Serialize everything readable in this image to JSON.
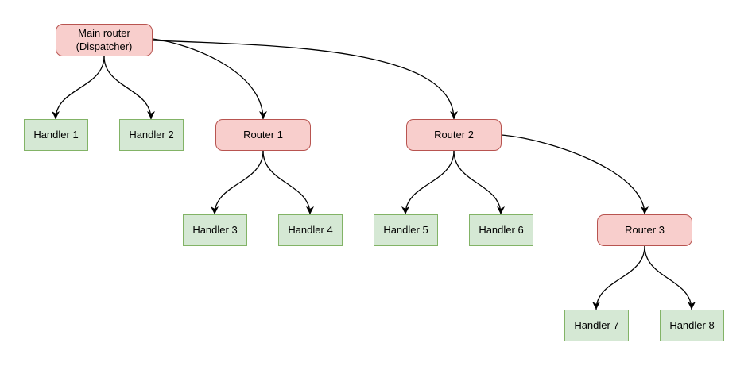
{
  "colors": {
    "background": "#ffffff",
    "router_fill": "#f8cecc",
    "router_border": "#b85450",
    "handler_fill": "#d5e8d4",
    "handler_border": "#82b366",
    "edge_color": "#000000"
  },
  "nodes": {
    "main_router": {
      "label": "Main router\n(Dispatcher)",
      "kind": "router"
    },
    "handler_1": {
      "label": "Handler 1",
      "kind": "handler"
    },
    "handler_2": {
      "label": "Handler 2",
      "kind": "handler"
    },
    "router_1": {
      "label": "Router 1",
      "kind": "router"
    },
    "router_2": {
      "label": "Router 2",
      "kind": "router"
    },
    "handler_3": {
      "label": "Handler 3",
      "kind": "handler"
    },
    "handler_4": {
      "label": "Handler 4",
      "kind": "handler"
    },
    "handler_5": {
      "label": "Handler 5",
      "kind": "handler"
    },
    "handler_6": {
      "label": "Handler 6",
      "kind": "handler"
    },
    "router_3": {
      "label": "Router 3",
      "kind": "router"
    },
    "handler_7": {
      "label": "Handler 7",
      "kind": "handler"
    },
    "handler_8": {
      "label": "Handler 8",
      "kind": "handler"
    }
  },
  "edges": [
    {
      "from": "main_router",
      "to": "handler_1"
    },
    {
      "from": "main_router",
      "to": "handler_2"
    },
    {
      "from": "main_router",
      "to": "router_1"
    },
    {
      "from": "main_router",
      "to": "router_2"
    },
    {
      "from": "router_1",
      "to": "handler_3"
    },
    {
      "from": "router_1",
      "to": "handler_4"
    },
    {
      "from": "router_2",
      "to": "handler_5"
    },
    {
      "from": "router_2",
      "to": "handler_6"
    },
    {
      "from": "router_2",
      "to": "router_3"
    },
    {
      "from": "router_3",
      "to": "handler_7"
    },
    {
      "from": "router_3",
      "to": "handler_8"
    }
  ]
}
